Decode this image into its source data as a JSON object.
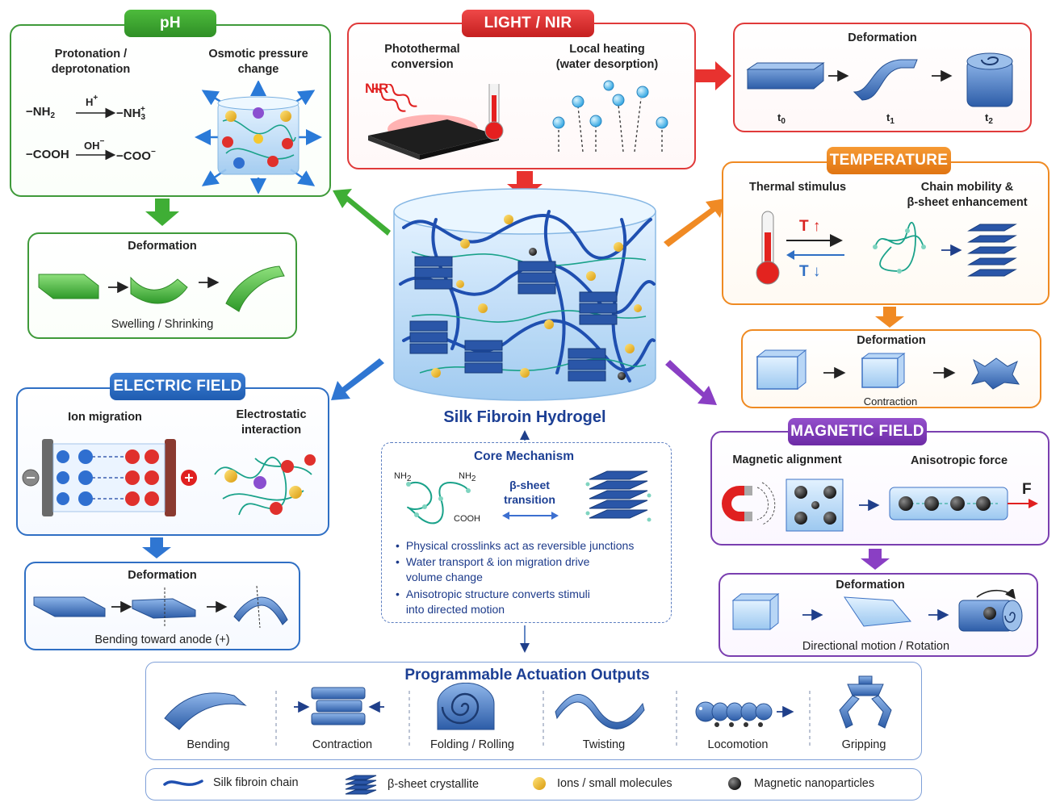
{
  "center": {
    "title": "Silk Fibroin Hydrogel"
  },
  "ph": {
    "tag": "pH",
    "col1": "Protonation /\ndeprotonation",
    "col2": "Osmotic pressure\nchange",
    "eq1_left": "−NH",
    "eq1_left_sub": "2",
    "eq1_over": "H",
    "eq1_over_sup": "+",
    "eq1_right": "−NH",
    "eq1_right_sub": "3",
    "eq1_right_sup": "+",
    "eq2_left": "−COOH",
    "eq2_over": "OH",
    "eq2_over_sup": "−",
    "eq2_right": "−COO",
    "eq2_right_sup": "−",
    "deform_title": "Deformation",
    "deform_caption": "Swelling / Shrinking"
  },
  "light": {
    "tag": "LIGHT / NIR",
    "col1": "Photothermal\nconversion",
    "col2": "Local heating\n(water desorption)",
    "nir": "NIR"
  },
  "light_deform": {
    "title": "Deformation",
    "t0": "t",
    "t0_sub": "0",
    "t1": "t",
    "t1_sub": "1",
    "t2": "t",
    "t2_sub": "2"
  },
  "temperature": {
    "tag": "TEMPERATURE",
    "col1": "Thermal stimulus",
    "col2": "Chain mobility &\nβ-sheet enhancement",
    "t_up": "T ↑",
    "t_down": "T ↓",
    "deform_title": "Deformation",
    "deform_caption": "Contraction"
  },
  "electric": {
    "tag": "ELECTRIC FIELD",
    "col1": "Ion migration",
    "col2": "Electrostatic\ninteraction",
    "deform_title": "Deformation",
    "deform_caption": "Bending toward anode (+)"
  },
  "magnetic": {
    "tag": "MAGNETIC FIELD",
    "col1": "Magnetic alignment",
    "col2": "Anisotropic force",
    "force": "F",
    "deform_title": "Deformation",
    "deform_caption": "Directional motion / Rotation"
  },
  "core": {
    "title": "Core Mechanism",
    "nh2a": "NH",
    "nh2b": "NH",
    "cooh": "COOH",
    "two": "2",
    "transition": "β-sheet\ntransition",
    "bullets": [
      "Physical crosslinks act as reversible junctions",
      "Water transport & ion migration drive\nvolume change",
      "Anisotropic structure converts stimuli\ninto directed motion"
    ]
  },
  "outputs": {
    "title": "Programmable Actuation Outputs",
    "items": [
      "Bending",
      "Contraction",
      "Folding / Rolling",
      "Twisting",
      "Locomotion",
      "Gripping"
    ]
  },
  "legend": {
    "items": [
      "Silk fibroin chain",
      "β-sheet crystallite",
      "Ions / small molecules",
      "Magnetic nanoparticles"
    ]
  },
  "colors": {
    "green": "#3f9a3a",
    "red": "#e03a3a",
    "orange": "#ef8a22",
    "blue": "#2f6fc4",
    "purple": "#7a3fb0"
  }
}
